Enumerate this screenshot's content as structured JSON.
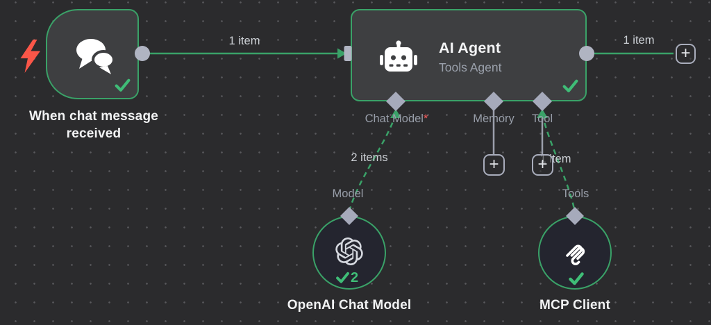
{
  "colors": {
    "canvas_bg": "#2b2b2d",
    "grid_dot": "#59595c",
    "node_fill": "#3e3f41",
    "round_node_fill": "#24252f",
    "accent_green": "#3aa268",
    "check_green": "#3fbd77",
    "connector_gray": "#b0b4c2",
    "label_gray": "#989ea9",
    "required_red": "#f45a5a",
    "trigger_bolt_red": "#fb5648"
  },
  "icons": {
    "plus": "+"
  },
  "trigger": {
    "title": "When chat message received"
  },
  "agent": {
    "title": "AI Agent",
    "subtitle": "Tools Agent",
    "ports": [
      {
        "label": "Chat Model",
        "required": "*"
      },
      {
        "label": "Memory"
      },
      {
        "label": "Tool"
      }
    ]
  },
  "openai": {
    "title": "OpenAI Chat Model",
    "port": "Model",
    "run_count": "2"
  },
  "mcp": {
    "title": "MCP Client",
    "port": "Tools"
  },
  "edges": {
    "trigger_to_agent": "1 item",
    "agent_output": "1 item",
    "chat_model": "2 items",
    "tool": "1 item"
  }
}
